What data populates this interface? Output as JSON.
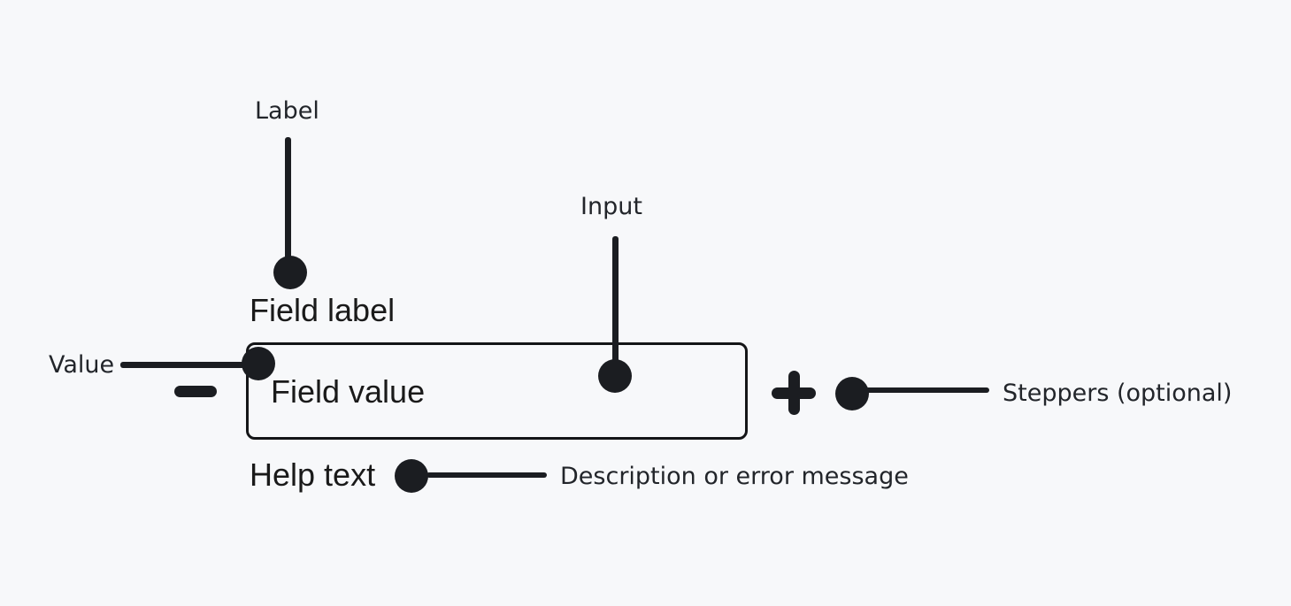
{
  "diagram": {
    "subject": "number-input-field-anatomy"
  },
  "component": {
    "field_label": "Field label",
    "field_value": "Field value",
    "help_text": "Help text",
    "decrease_stepper_icon": "minus",
    "increase_stepper_icon": "plus"
  },
  "annotations": {
    "label": "Label",
    "input": "Input",
    "value": "Value",
    "steppers": "Steppers (optional)",
    "help": "Description or error message"
  },
  "colors": {
    "background": "#f7f8fa",
    "ink": "#1b1d21",
    "annotation_text": "#22252a",
    "component_text": "#1a1a1a",
    "box_border": "#141517"
  }
}
